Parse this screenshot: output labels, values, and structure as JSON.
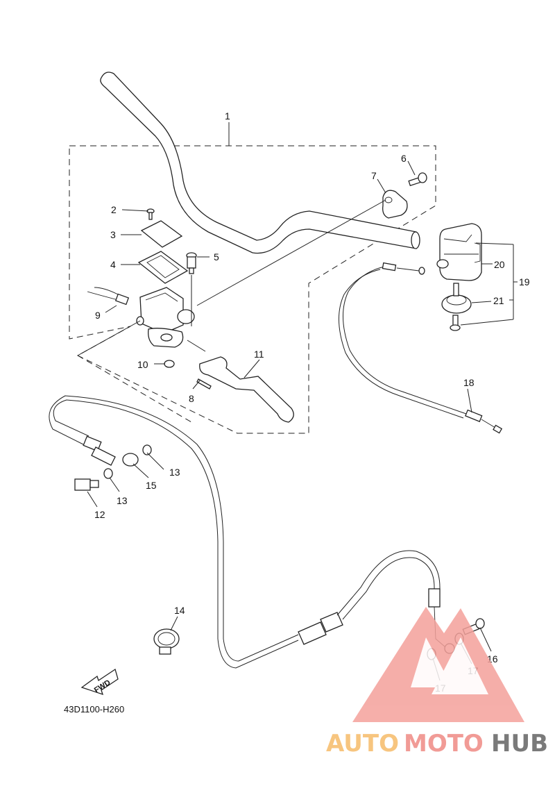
{
  "diagram": {
    "callouts": [
      "1",
      "2",
      "3",
      "4",
      "5",
      "6",
      "7",
      "8",
      "9",
      "10",
      "11",
      "12",
      "13",
      "13",
      "14",
      "15",
      "16",
      "17",
      "17",
      "18",
      "19",
      "20",
      "21"
    ],
    "fwd_label": "FWD",
    "part_code": "43D1100-H260"
  },
  "watermark": {
    "brand_part1": "AUTO",
    "brand_part2": "MOTO",
    "brand_part3": "HUB",
    "colors": {
      "auto": "#f7c57f",
      "moto": "#f19b96",
      "hub": "#7a7a7a",
      "triangle": "#f4a19b"
    }
  }
}
